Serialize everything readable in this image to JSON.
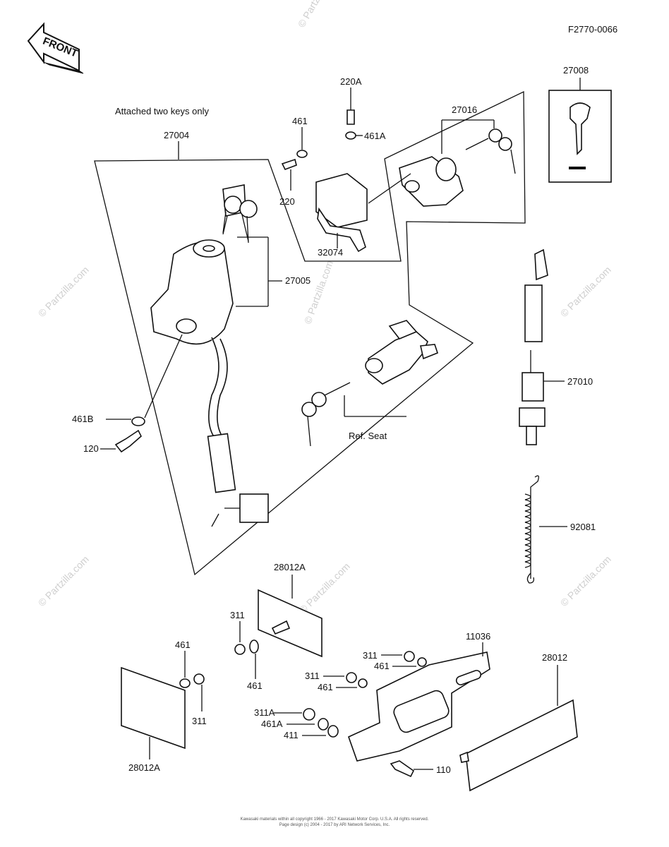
{
  "diagram_code": "F2770-0066",
  "front_label": "FRONT",
  "annotations": {
    "attached_keys": "Attached two keys only",
    "ref_seat": "Ref. Seat"
  },
  "parts": {
    "p27004": "27004",
    "p27005": "27005",
    "p27008": "27008",
    "p27010": "27010",
    "p27016": "27016",
    "p32074": "32074",
    "p220A": "220A",
    "p220": "220",
    "p461_top": "461",
    "p461A_top": "461A",
    "p461B": "461B",
    "p120": "120",
    "p92081": "92081",
    "p28012A_top": "28012A",
    "p28012A_bottom": "28012A",
    "p28012": "28012",
    "p11036": "11036",
    "p311_a": "311",
    "p461_a": "461",
    "p461_left": "461",
    "p311_left": "311",
    "p311_b": "311",
    "p461_b": "461",
    "p311_c": "311",
    "p461_c": "461",
    "p311A": "311A",
    "p461A_bottom": "461A",
    "p411": "411",
    "p110": "110"
  },
  "watermark": "© Partzilla.com",
  "footer": {
    "line1": "Kawasaki materials within all copyright 1966 - 2017 Kawasaki Motor Corp. U.S.A. All rights reserved.",
    "line2": "Page design (c) 2004 - 2017 by ARI Network Services, Inc."
  }
}
